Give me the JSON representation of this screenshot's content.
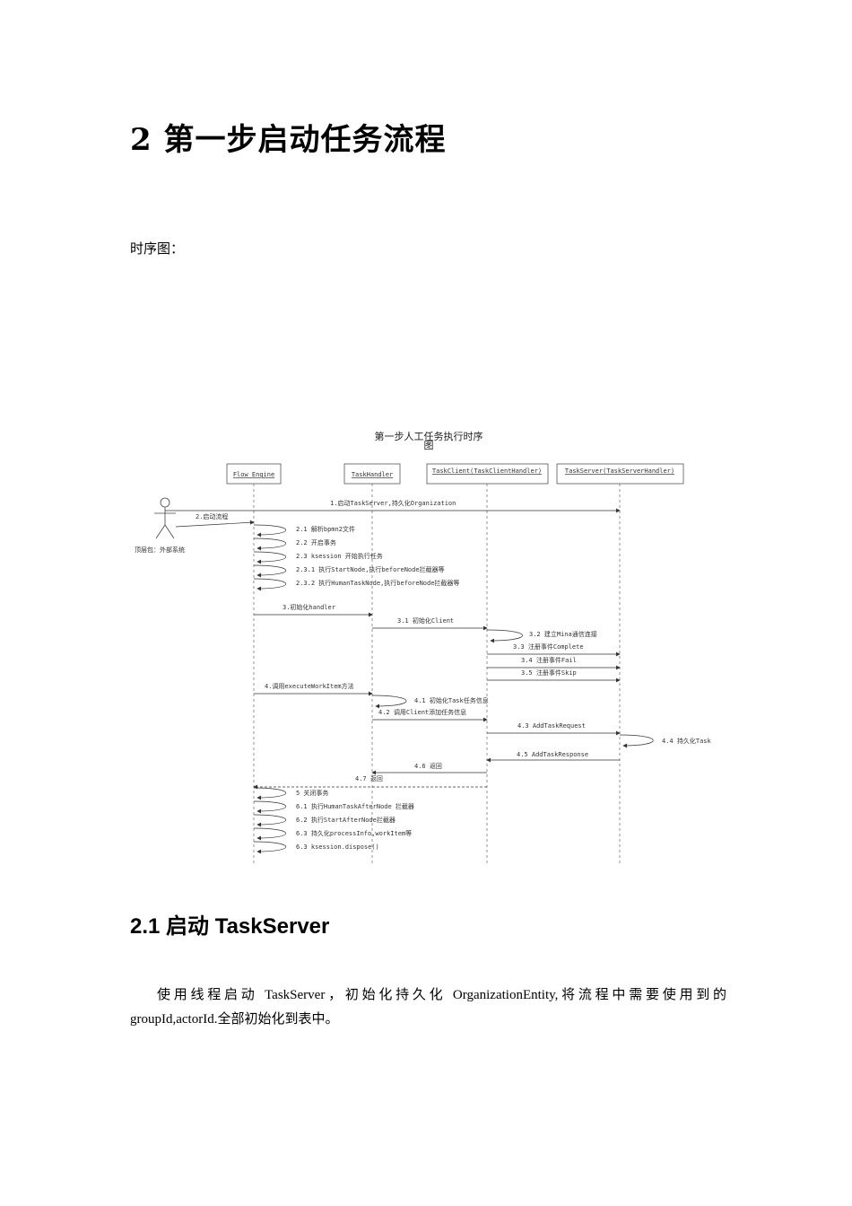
{
  "heading": "2 第一步启动任务流程",
  "sequence_label": "时序图：",
  "diagram": {
    "title_line1": "第一步人工任务执行时序",
    "title_line2": "图",
    "actor_label": "顶层包：外部系统",
    "lifelines": [
      "Flow Engine",
      "TaskHandler",
      "TaskClient(TaskClientHandler)",
      "TaskServer(TaskServerHandler)"
    ],
    "messages": [
      "1.启动TaskServer,持久化Organization",
      "2.启动流程",
      "2.1 解析bpmn2文件",
      "2.2 开启事务",
      "2.3 ksession 开始执行任务",
      "2.3.1 执行StartNode,执行beforeNode拦截器等",
      "2.3.2 执行HumanTaskNode,执行beforeNode拦截器等",
      "3.初始化handler",
      "3.1 初始化Client",
      "3.2 建立Mina通信连接",
      "3.3 注册事件Complete",
      "3.4 注册事件Fail",
      "3.5 注册事件Skip",
      "4.调用executeWorkItem方法",
      "4.1 初始化Task任务信息",
      "4.2 调用Client添加任务信息",
      "4.3 AddTaskRequest",
      "4.4 持久化Task",
      "4.5 AddTaskResponse",
      "4.6 返回",
      "4.7 返回",
      "5 关闭事务",
      "6.1 执行HumanTaskAfterNode 拦截器",
      "6.2 执行StartAfterNode拦截器",
      "6.3 持久化processInfo,workItem等",
      "6.3 ksession.dispose()"
    ]
  },
  "subheading": "2.1 启动 TaskServer",
  "paragraph": "使用线程启动 TaskServer，初始化持久化 OrganizationEntity,将流程中需要使用到的 groupId,actorId.全部初始化到表中。"
}
